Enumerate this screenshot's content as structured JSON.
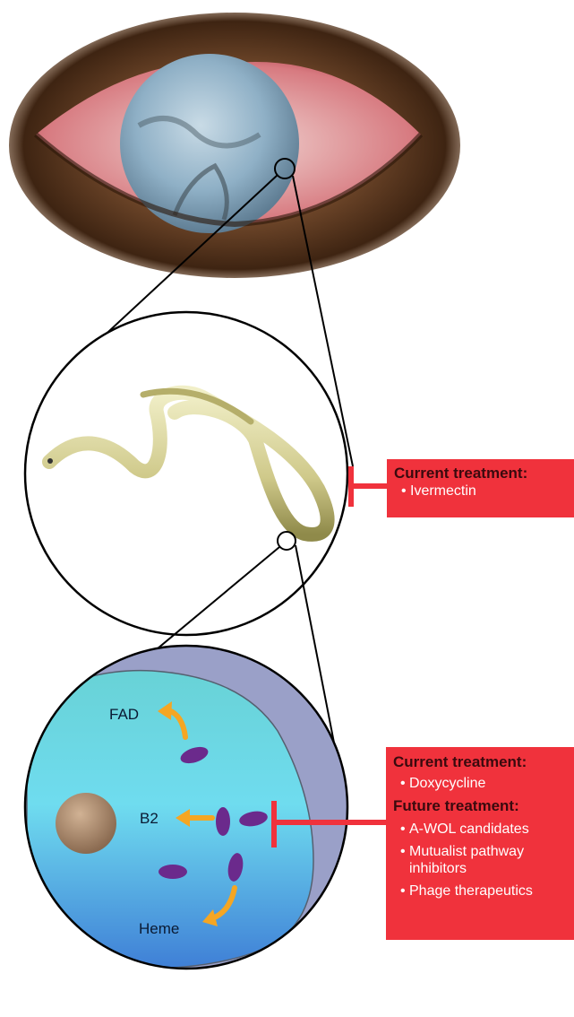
{
  "box1": {
    "heading": "Current treatment:",
    "items": [
      "Ivermectin"
    ]
  },
  "box2": {
    "heading1": "Current treatment:",
    "items1": [
      "Doxycycline"
    ],
    "heading2": "Future treatment:",
    "items2": [
      "A-WOL candidates",
      "Mutualist pathway inhibitors",
      "Phage therapeutics"
    ]
  },
  "cell_labels": {
    "fad": "FAD",
    "b2": "B2",
    "heme": "Heme"
  },
  "colors": {
    "inhibit_red": "#f0323c",
    "arrow_orange": "#f5a623",
    "wolbachia_purple": "#6b2a8c",
    "cell_cyan": "#6fd6e6",
    "worm_yellow": "#cfc98a"
  },
  "bullet": "•"
}
